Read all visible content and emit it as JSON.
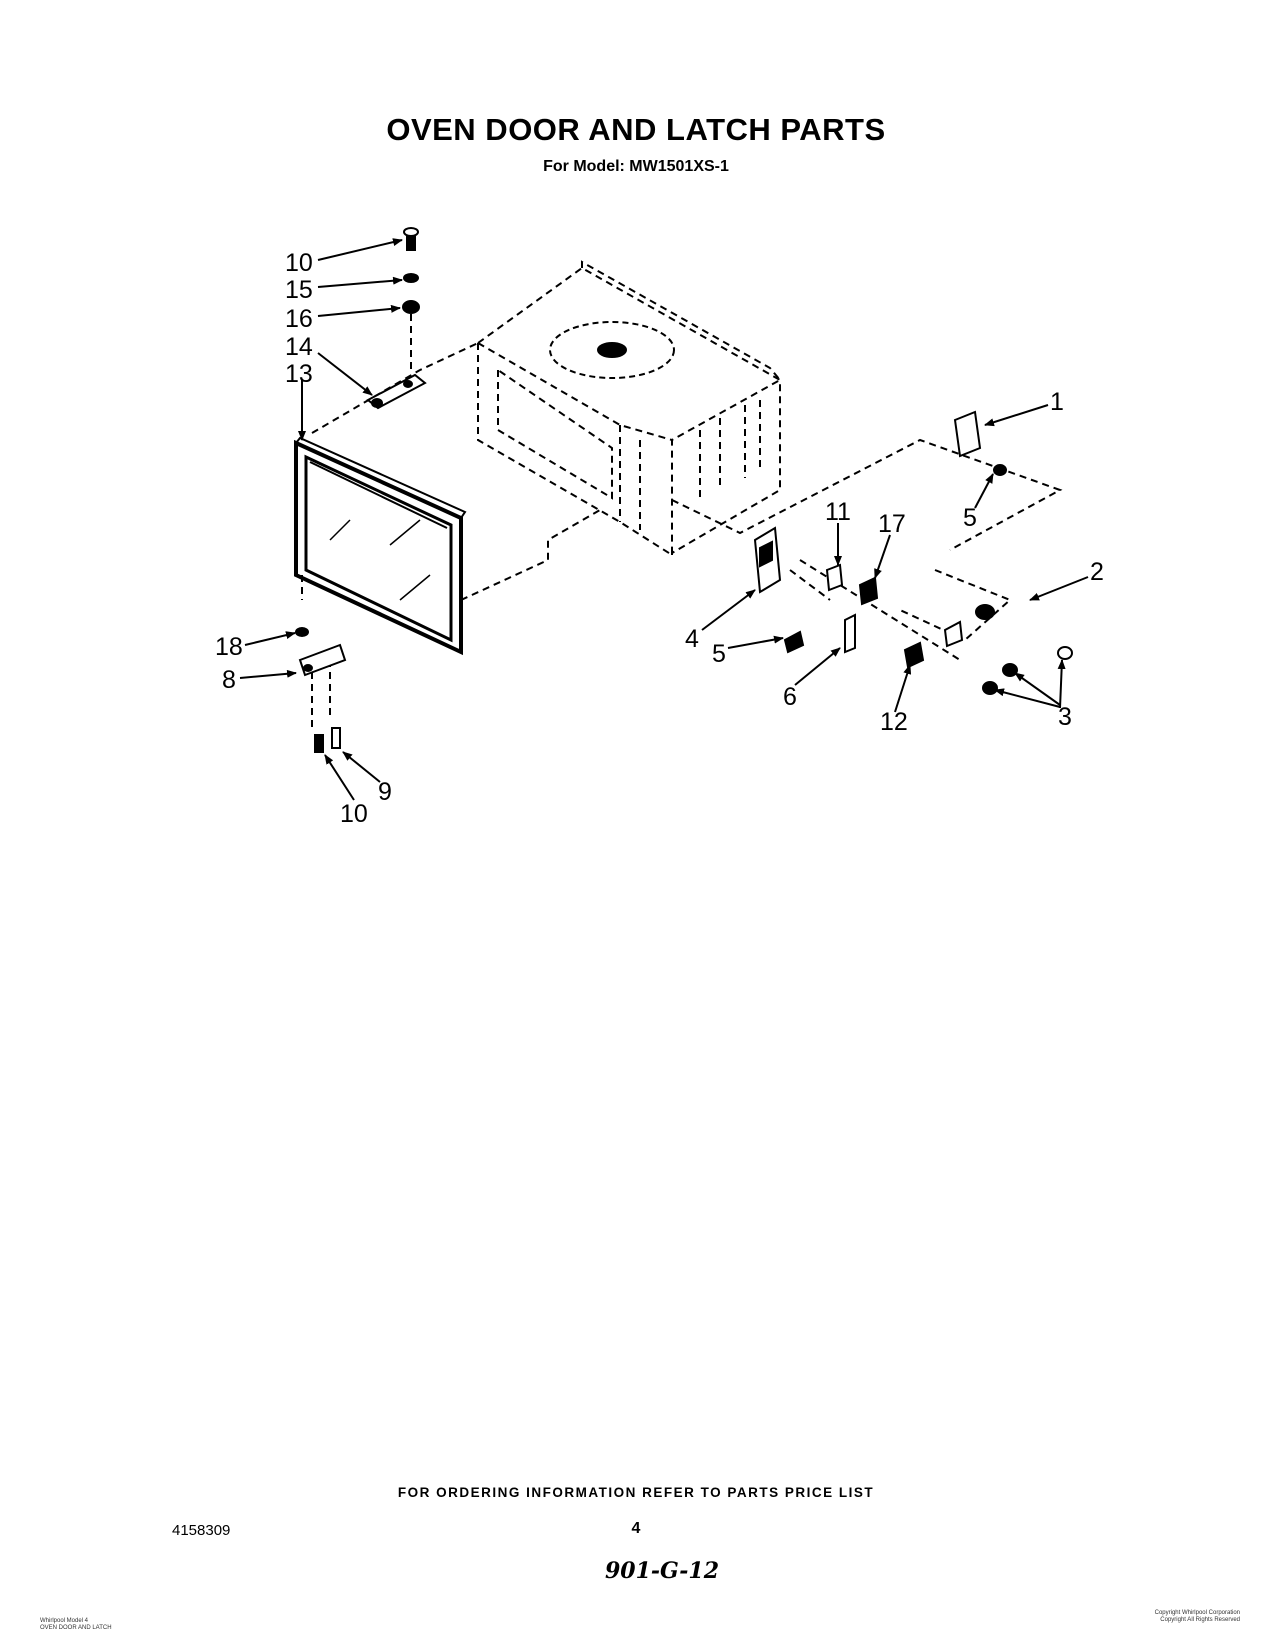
{
  "header": {
    "title": "OVEN DOOR AND LATCH PARTS",
    "subtitle": "For Model: MW1501XS-1"
  },
  "callouts": {
    "c10a": "10",
    "c15": "15",
    "c16": "16",
    "c14": "14",
    "c13": "13",
    "c18": "18",
    "c8": "8",
    "c9": "9",
    "c10b": "10",
    "c1": "1",
    "c5a": "5",
    "c11": "11",
    "c17": "17",
    "c2": "2",
    "c4": "4",
    "c5b": "5",
    "c6": "6",
    "c12": "12",
    "c3": "3"
  },
  "footer": {
    "order_note": "FOR ORDERING INFORMATION REFER TO PARTS PRICE LIST",
    "part_number": "4158309",
    "page_number": "4",
    "handwritten": "901-G-12",
    "left_small_1": "Whirlpool Model 4",
    "left_small_2": "OVEN DOOR AND LATCH",
    "right_small_1": "Copyright Whirlpool Corporation",
    "right_small_2": "Copyright All Rights Reserved"
  }
}
